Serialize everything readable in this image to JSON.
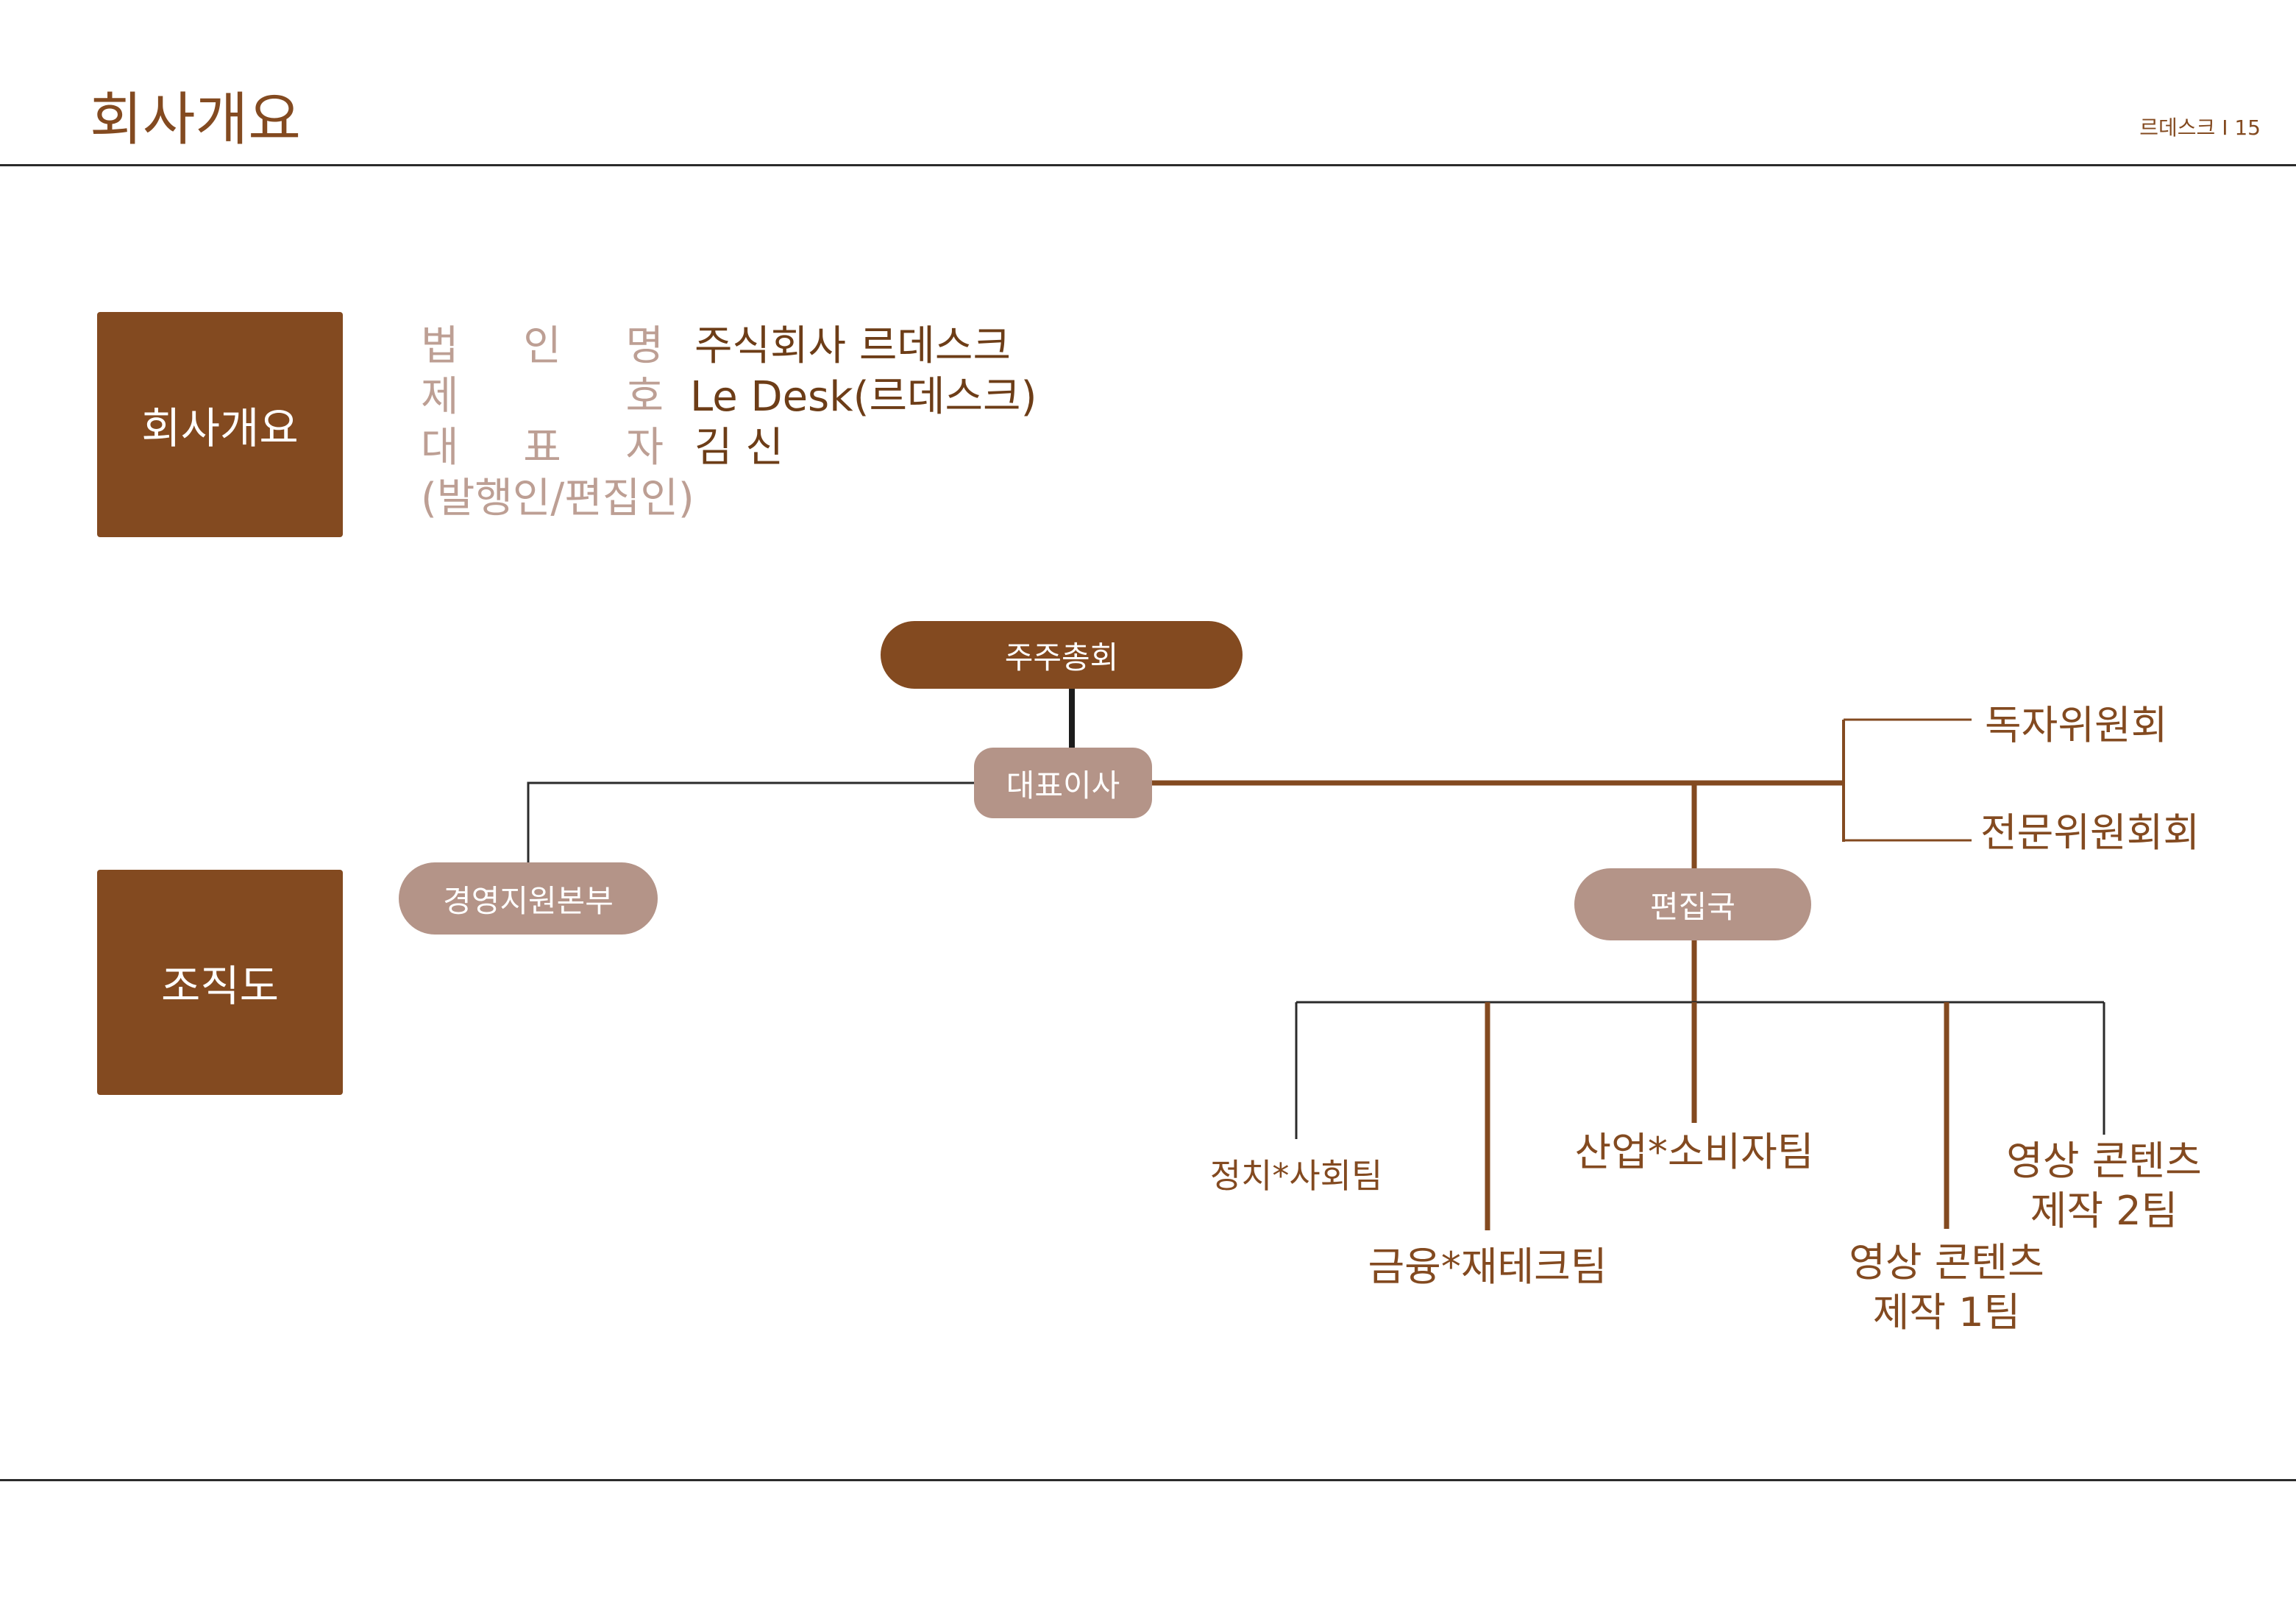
{
  "header": {
    "title": "회사개요",
    "page_marker": "르데스크 I 15"
  },
  "sections": {
    "overview_label": "회사개요",
    "org_label": "조직도"
  },
  "company_info": {
    "rows": [
      {
        "label_chars": [
          "법",
          "인",
          "명"
        ],
        "value": "주식회사 르데스크"
      },
      {
        "label_chars": [
          "제",
          "",
          "호"
        ],
        "value": "Le Desk(르데스크)"
      },
      {
        "label_chars": [
          "대",
          "표",
          "자"
        ],
        "value": "김 신"
      }
    ],
    "sub_label": "(발행인/편집인)"
  },
  "org_chart": {
    "shareholders": "주주총회",
    "ceo": "대표이사",
    "management": "경영지원본부",
    "editorial": "편집국",
    "committees": [
      "독자위원회",
      "전문위원회회"
    ],
    "teams": {
      "politics": "정치*사회팀",
      "finance": "금융*재테크팀",
      "industry": "산업*소비자팀",
      "video1_line1": "영상 콘텐츠",
      "video1_line2": "제작 1팀",
      "video2_line1": "영상 콘텐츠",
      "video2_line2": "제작 2팀"
    }
  },
  "colors": {
    "brand_brown": "#834a20",
    "light_brown": "#b49488",
    "label_gray": "#bd9f94"
  }
}
